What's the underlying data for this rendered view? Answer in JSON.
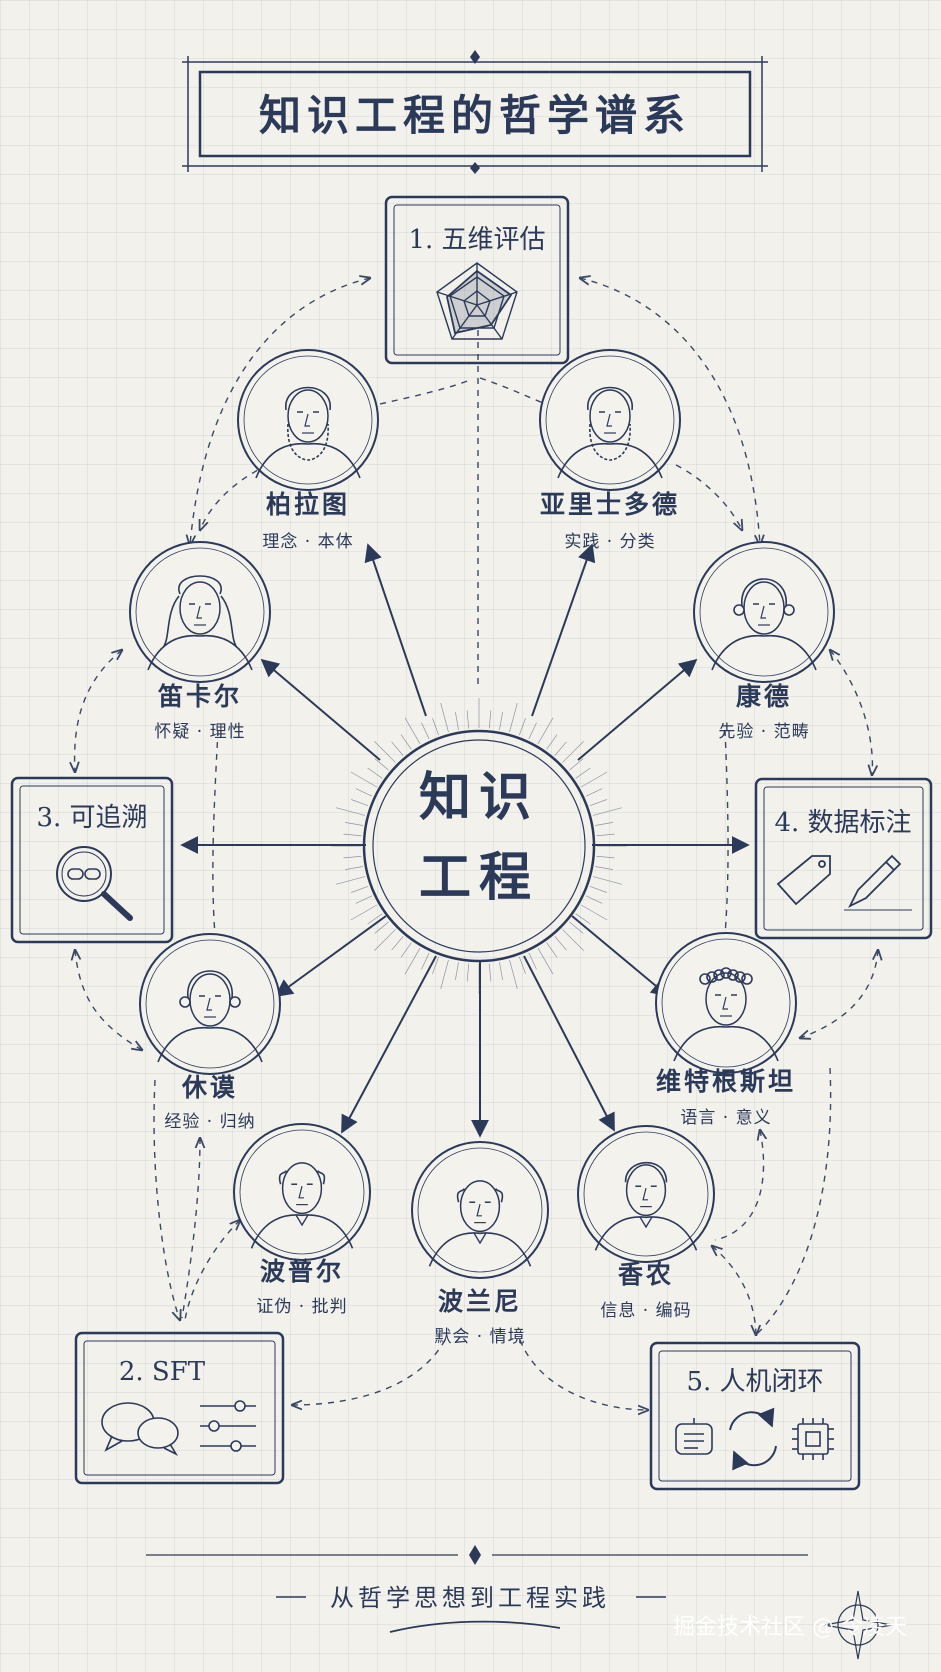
{
  "title": "知识工程的哲学谱系",
  "core": {
    "line1": "知识",
    "line2": "工程"
  },
  "boxes": [
    {
      "id": "eval",
      "label": "1. 五维评估"
    },
    {
      "id": "sft",
      "label": "2.  SFT"
    },
    {
      "id": "trace",
      "label": "3. 可追溯"
    },
    {
      "id": "annotate",
      "label": "4. 数据标注"
    },
    {
      "id": "loop",
      "label": "5. 人机闭环"
    }
  ],
  "philosophers": [
    {
      "id": "plato",
      "name": "柏拉图",
      "concepts": "理念 · 本体"
    },
    {
      "id": "aristotle",
      "name": "亚里士多德",
      "concepts": "实践 · 分类"
    },
    {
      "id": "descartes",
      "name": "笛卡尔",
      "concepts": "怀疑 · 理性"
    },
    {
      "id": "kant",
      "name": "康德",
      "concepts": "先验 · 范畴"
    },
    {
      "id": "hume",
      "name": "休谟",
      "concepts": "经验 · 归纳"
    },
    {
      "id": "wittgenstein",
      "name": "维特根斯坦",
      "concepts": "语言 · 意义"
    },
    {
      "id": "popper",
      "name": "波普尔",
      "concepts": "证伪 · 批判"
    },
    {
      "id": "polanyi",
      "name": "波兰尼",
      "concepts": "默会 · 情境"
    },
    {
      "id": "shannon",
      "name": "香农",
      "concepts": "信息 · 编码"
    }
  ],
  "footer": "从哲学思想到工程实践",
  "watermark": "掘金技术社区 @ 令凌天"
}
